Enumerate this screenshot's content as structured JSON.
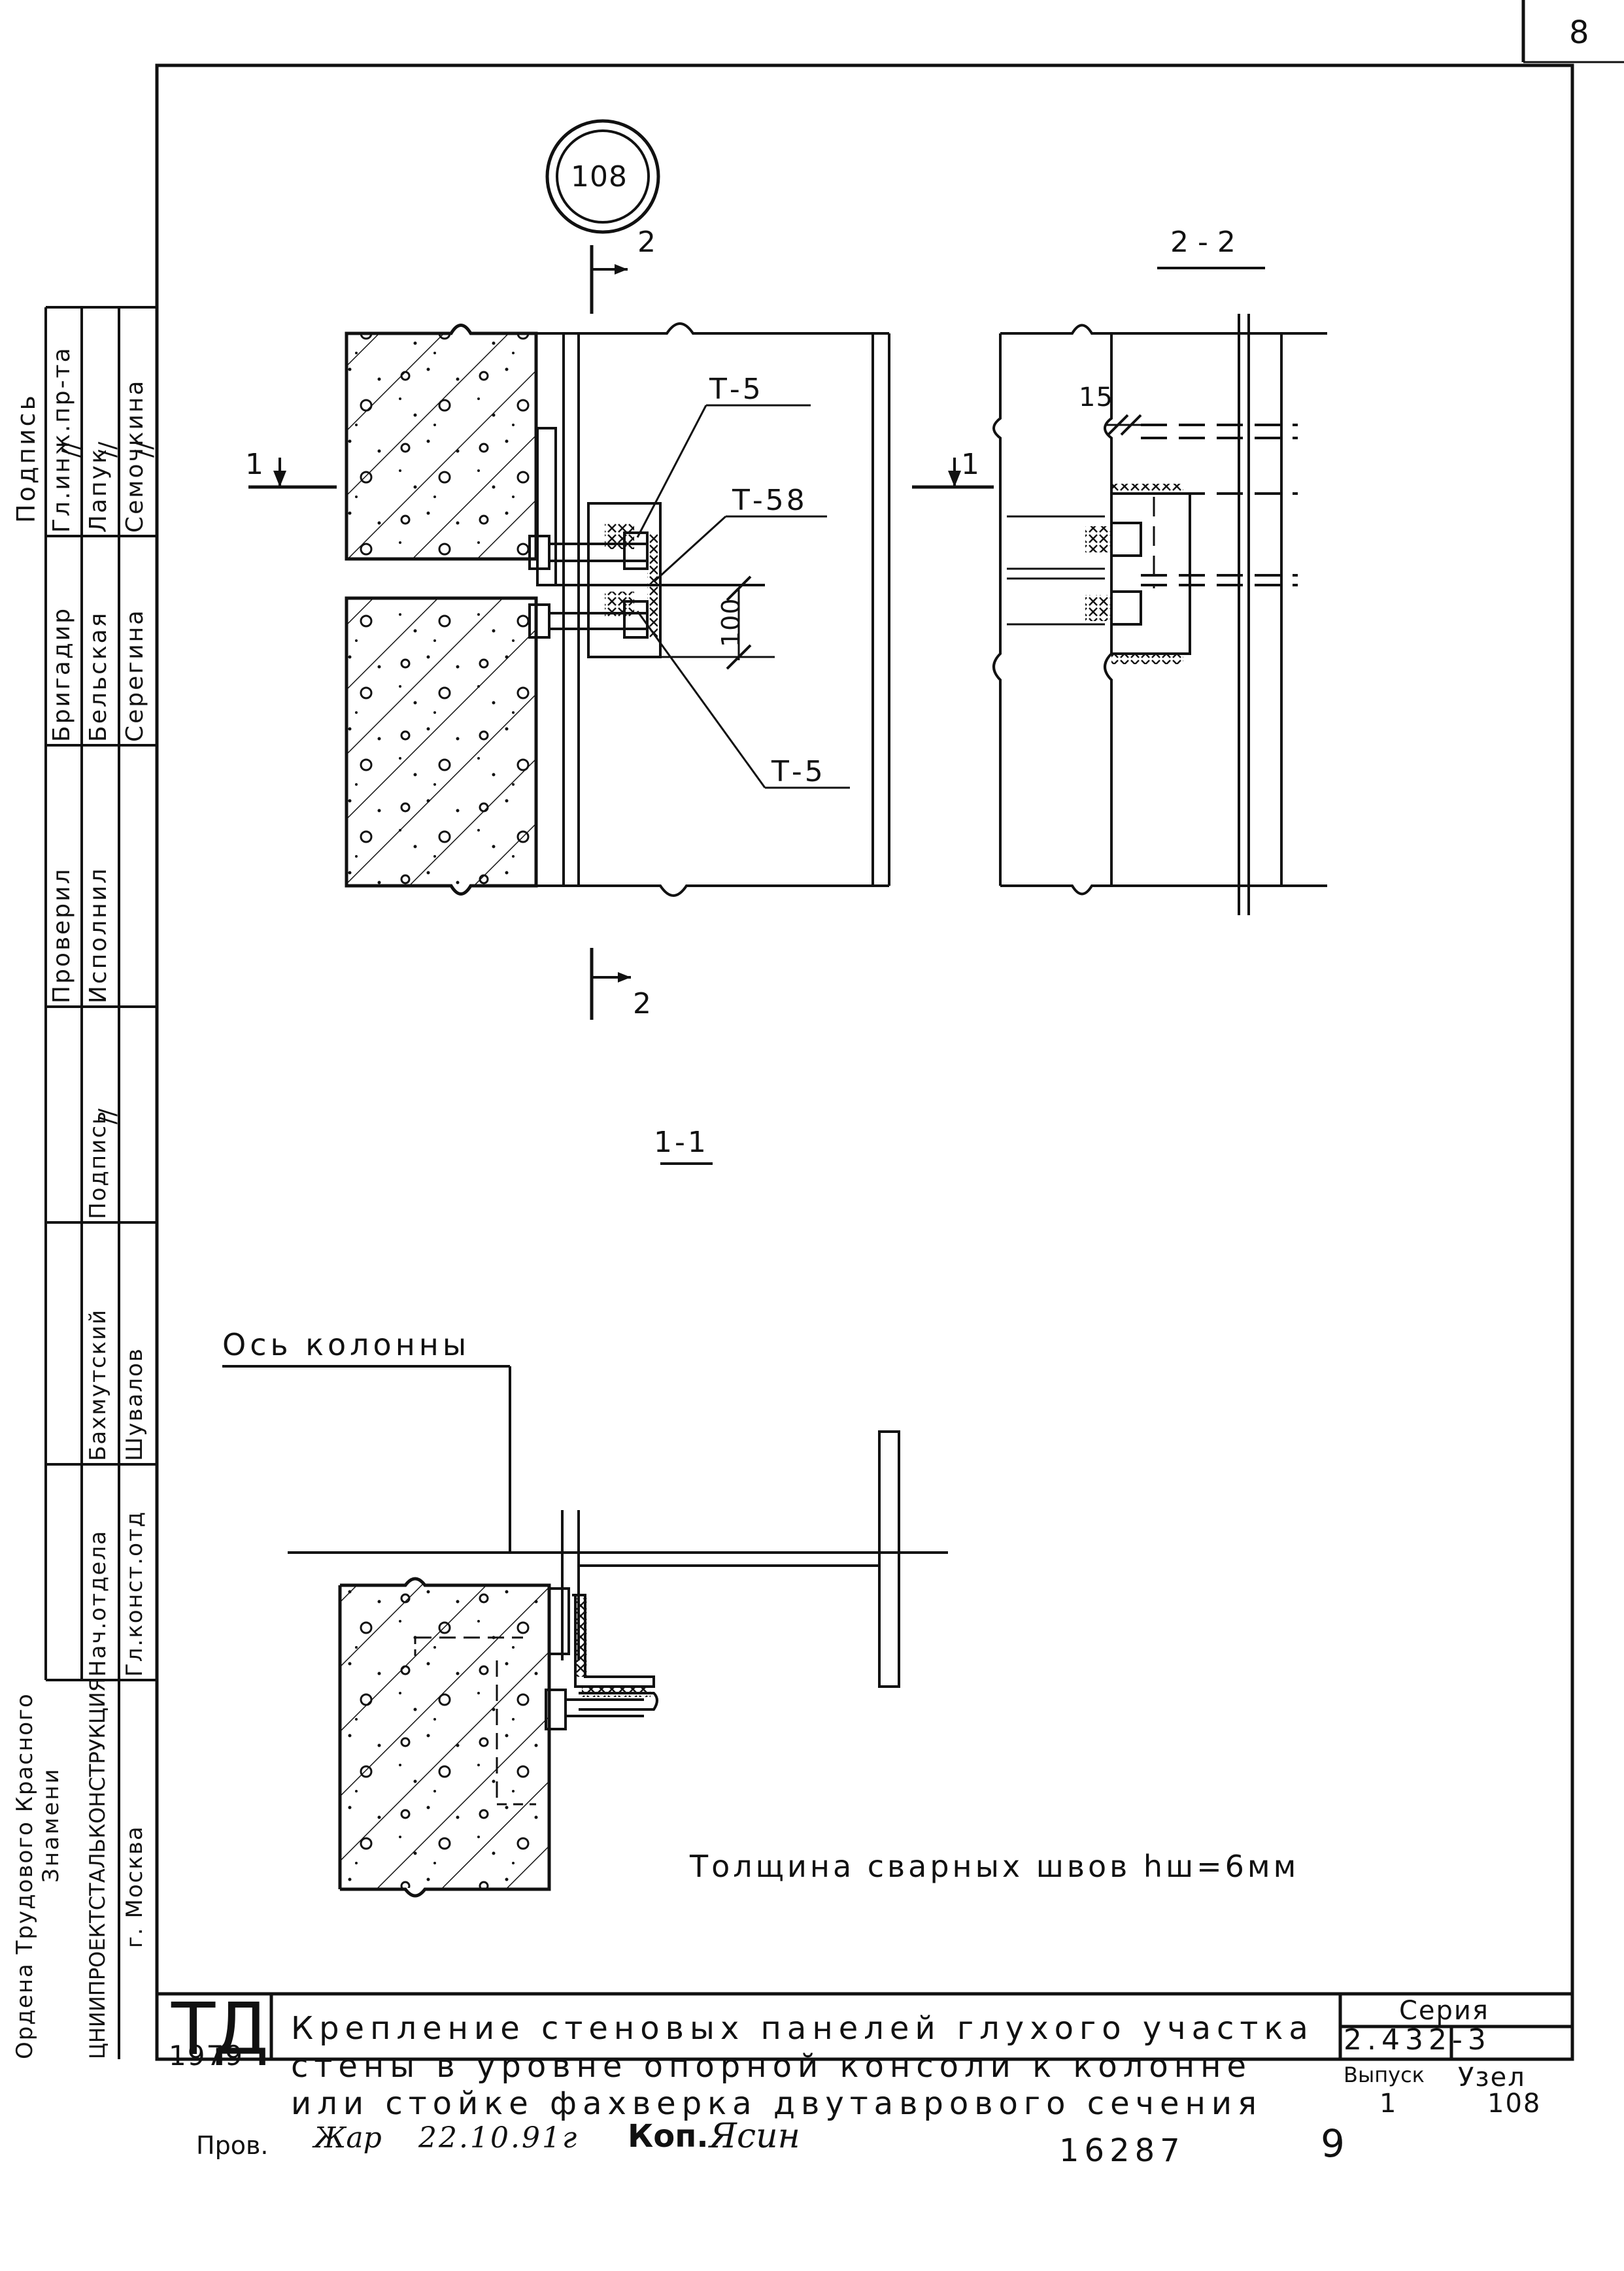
{
  "sheet": {
    "page_number": "8",
    "node_marker": "108",
    "section_mark": "2",
    "section_2_2_title": "2-2",
    "section_1_1_mark": "1",
    "section_1_1_title": "1-1",
    "callouts": {
      "t5_top": "Т-5",
      "t58": "Т-58",
      "t5_bottom": "Т-5",
      "dim_100": "100",
      "dim_15": "15"
    },
    "column_axis_label": "Ось колонны",
    "weld_note": "Толщина сварных швов hш=6мм"
  },
  "side_stamp": {
    "roles": [
      "Гл.инж.пр-та",
      "Бригадир",
      "Проверил",
      "Исполнил"
    ],
    "names": [
      "Лапук",
      "Бельская",
      "Семочкина",
      "Серегина"
    ],
    "signature_header": "Подпись",
    "signature_marks": [
      "//",
      "//",
      "//",
      "//"
    ],
    "dept_roles": [
      "Нач.отдела",
      "Гл.конст.отд"
    ],
    "dept_names": [
      "Бахмутский",
      "Шувалов"
    ],
    "dept_signature_header": "Подпись",
    "dept_signature_mark": "//",
    "org_line1": "Ордена Трудового Красного",
    "org_line2": "Знамени",
    "org_line3": "ЦНИИПРОЕКТСТАЛЬКОНСТРУКЦИЯ",
    "org_line4": "г. Москва"
  },
  "title_block": {
    "logo": "ТД",
    "year": "1979",
    "title_line1": "Крепление стеновых панелей глухого участка",
    "title_line2": "стены в уровне опорной консоли к колонне",
    "title_line3": "или стойке фахверка двутаврового сечения",
    "series_label": "Серия",
    "series_value": "2.432-3",
    "issue_label": "Выпуск",
    "issue_value": "1",
    "node_label": "Узел",
    "node_value": "108"
  },
  "footer": {
    "check_label": "Пров.",
    "check_signature": "Жар",
    "check_date": "22.10.91г",
    "copy_label": "Коп.",
    "copy_signature": "Ясин",
    "archive_number": "16287",
    "sheet_index": "9"
  }
}
